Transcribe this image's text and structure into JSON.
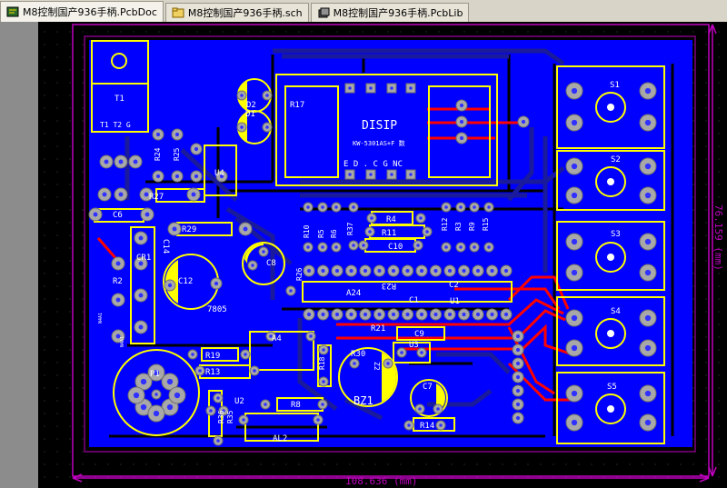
{
  "tabs": [
    {
      "label": "M8控制国产936手柄.PcbDoc",
      "icon": "pcb-doc-icon",
      "active": true
    },
    {
      "label": "M8控制国产936手柄.sch",
      "icon": "schematic-icon",
      "active": false
    },
    {
      "label": "M8控制国产936手柄.PcbLib",
      "icon": "pcb-lib-icon",
      "active": false
    }
  ],
  "dimensions": {
    "width_label": "108.636 (mm)",
    "height_label": "76.159 (mm)"
  },
  "designators": {
    "T1": "T1",
    "T1_pins": "T1  T2  G",
    "R24": "R24",
    "R25": "R25",
    "U4": "U4",
    "R27": "R27",
    "C6": "C6",
    "R29": "R29",
    "CR1": "CR1",
    "C14": "C14",
    "C12": "C12",
    "C8": "C8",
    "R2": "R2",
    "ref_7805": "7805",
    "R26": "R26",
    "R19": "R19",
    "R13": "R13",
    "P1": "P1",
    "R36": "R36",
    "R35": "R35",
    "U2": "U2",
    "R8": "R8",
    "AL2": "AL2",
    "A4": "A4",
    "R18": "R18",
    "R30": "R30",
    "Z2": "Z2",
    "BZ1": "BZ1",
    "C7": "C7",
    "R14": "R14",
    "U3": "U3",
    "C9": "C9",
    "R21": "R21",
    "A24": "A24",
    "R23": "R23",
    "C2": "C2",
    "C1": "C1",
    "U1": "U1",
    "R4": "R4",
    "R11": "R11",
    "C10": "C10",
    "R37": "R37",
    "R10": "R10",
    "R5": "R5",
    "R6": "R6",
    "R12": "R12",
    "R3": "R3",
    "R9": "R9",
    "R15": "R15",
    "R17": "R17",
    "D1": "D1",
    "D2": "D2",
    "DISP": "DISIP",
    "disp_model": "KW-5301AS+F 数",
    "disp_pins": "E  D  .  C  G  NC",
    "S1": "S1",
    "S2": "S2",
    "S3": "S3",
    "S4": "S4",
    "S5": "S5",
    "neg1": "N4A1",
    "neg2": "N4A1"
  },
  "colors": {
    "board_blue": "#0000ff",
    "copper_dark": "#1a1a9c",
    "silkscreen": "#ffff00",
    "trace_red": "#ff0000",
    "pad_grey": "#a0a0a0",
    "outline_magenta": "#c000c0",
    "background": "#000000"
  }
}
